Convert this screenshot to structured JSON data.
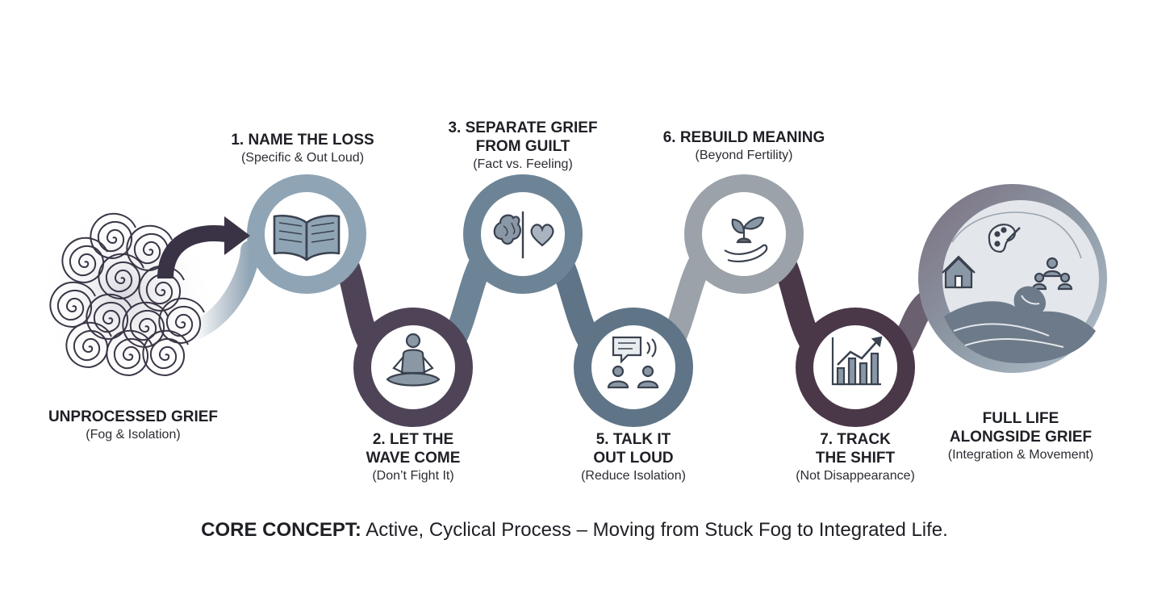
{
  "start": {
    "title": "UNPROCESSED GRIEF",
    "subtitle": "(Fog & Isolation)",
    "icon": "fog-spiral-icon"
  },
  "steps": [
    {
      "title_1": "1. NAME THE LOSS",
      "title_2": "",
      "subtitle": "(Specific & Out Loud)",
      "icon": "open-book-icon"
    },
    {
      "title_1": "2. LET THE",
      "title_2": "WAVE COME",
      "subtitle": "(Don’t Fight It)",
      "icon": "meditation-icon"
    },
    {
      "title_1": "3. SEPARATE GRIEF",
      "title_2": "FROM GUILT",
      "subtitle": "(Fact vs. Feeling)",
      "icon": "brain-heart-icon"
    },
    {
      "title_1": "5. TALK IT",
      "title_2": "OUT LOUD",
      "subtitle": "(Reduce Isolation)",
      "icon": "conversation-icon"
    },
    {
      "title_1": "6. REBUILD MEANING",
      "title_2": "",
      "subtitle": "(Beyond Fertility)",
      "icon": "sprout-hand-icon"
    },
    {
      "title_1": "7. TRACK",
      "title_2": "THE SHIFT",
      "subtitle": "(Not Disappearance)",
      "icon": "growth-chart-icon"
    }
  ],
  "end": {
    "title_1": "FULL LIFE",
    "title_2": "ALONGSIDE GRIEF",
    "subtitle": "(Integration & Movement)",
    "icon": "life-wave-icon"
  },
  "core": {
    "label": "CORE CONCEPT:",
    "text": " Active, Cyclical Process – Moving from Stuck Fog to Integrated Life."
  },
  "colors": {
    "light_slate": "#8fa4b4",
    "plum": "#4f4457",
    "steel_blue": "#6d8496",
    "gray": "#9ba2a9",
    "dark_plum": "#4a3848",
    "icon_stroke": "#3a4250"
  }
}
